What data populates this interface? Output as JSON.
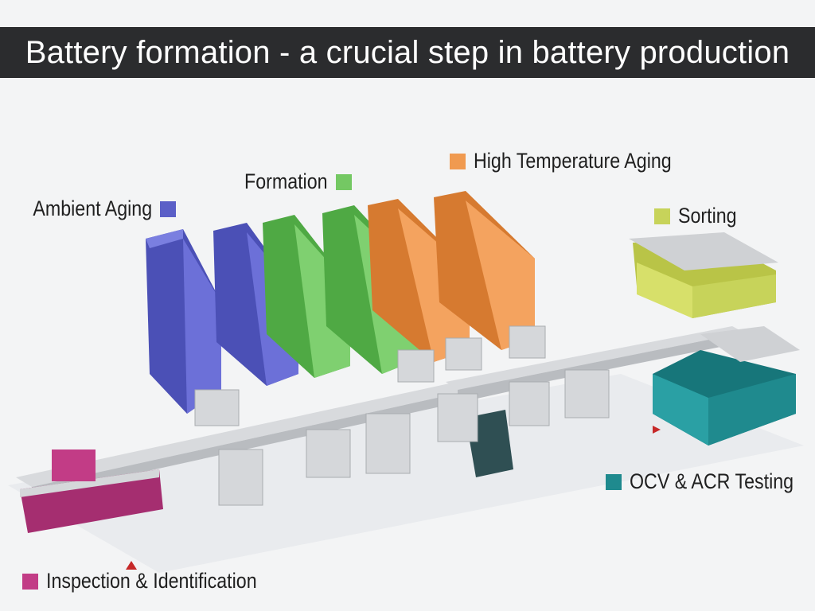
{
  "title": "Battery formation - a crucial step in battery production",
  "legend": {
    "ambient_aging": {
      "label": "Ambient Aging",
      "color": "#5b5fc7"
    },
    "formation": {
      "label": "Formation",
      "color": "#74c863"
    },
    "high_temp_aging": {
      "label": "High Temperature Aging",
      "color": "#f09a50"
    },
    "sorting": {
      "label": "Sorting",
      "color": "#c7d35a"
    },
    "ocv_acr": {
      "label": "OCV & ACR Testing",
      "color": "#1f8a8e"
    },
    "inspection": {
      "label": "Inspection & Identification",
      "color": "#c23c86"
    }
  }
}
